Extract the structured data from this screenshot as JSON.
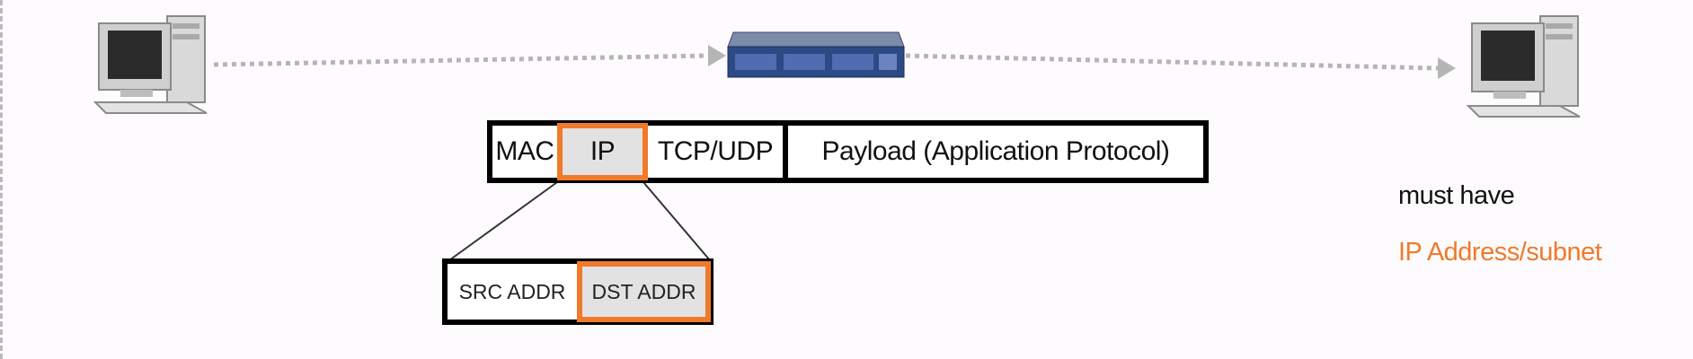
{
  "diagram": {
    "packet_fields": [
      {
        "key": "mac",
        "label": "MAC"
      },
      {
        "key": "ip",
        "label": "IP"
      },
      {
        "key": "tcp",
        "label": "TCP/UDP"
      },
      {
        "key": "payload",
        "label": "Payload (Application Protocol)"
      }
    ],
    "ip_fields": [
      {
        "key": "src",
        "label": "SRC ADDR"
      },
      {
        "key": "dst",
        "label": "DST ADDR"
      }
    ],
    "notes": {
      "requirement": "must have",
      "requirement_value": "IP Address/subnet"
    },
    "colors": {
      "highlight": "#ef7a2a",
      "highlight_fill": "#e2e2e2",
      "flow_line": "#b5b5b5",
      "router_body": "#2d4a86"
    },
    "icons": {
      "source": "desktop-computer-icon",
      "middle": "router-icon",
      "destination": "desktop-computer-icon"
    }
  }
}
